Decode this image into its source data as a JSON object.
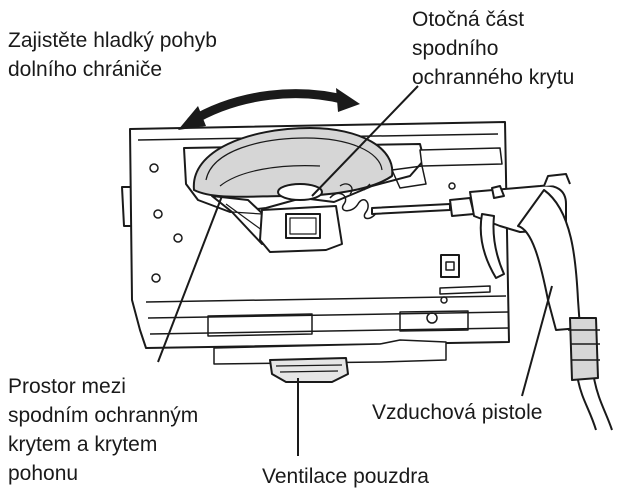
{
  "labels": {
    "smooth_guard": [
      "Zajistěte hladký pohyb",
      "dolního chrániče"
    ],
    "rotating_part": [
      "Otočná část",
      "spodního",
      "ochranného krytu"
    ],
    "gap_space": [
      "Prostor mezi",
      "spodním ochranným",
      "krytem a krytem",
      "pohonu"
    ],
    "air_gun": "Vzduchová pistole",
    "housing_vent": "Ventilace pouzdra"
  },
  "icons": {
    "saw": "circular-saw-illustration",
    "gun": "air-gun-illustration",
    "arrow": "double-headed-arrow"
  },
  "colors": {
    "line": "#1a1a1a",
    "shade": "#d6d6d6",
    "light": "#ececec",
    "text": "#1a1a1a"
  }
}
